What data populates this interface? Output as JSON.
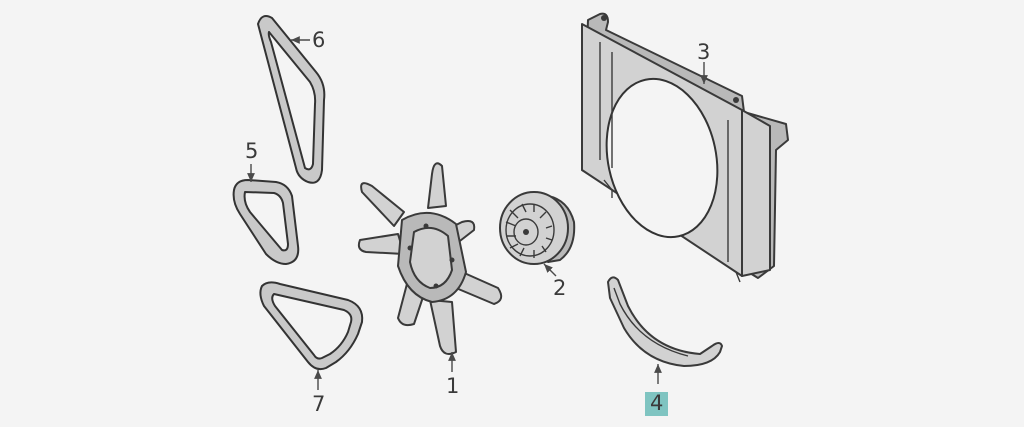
{
  "callouts": {
    "c1": "1",
    "c2": "2",
    "c3": "3",
    "c4": "4",
    "c5": "5",
    "c6": "6",
    "c7": "7"
  },
  "highlight_color": "#7fc4c1",
  "highlighted_callout": "4"
}
